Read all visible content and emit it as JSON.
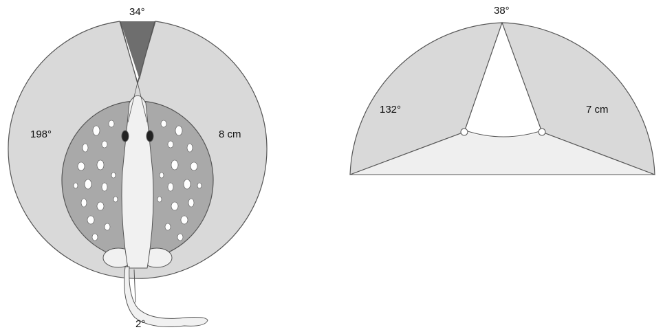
{
  "top_view": {
    "labels": {
      "blind_angle_front": "34°",
      "visual_field_angle": "198°",
      "radius": "8 cm",
      "blind_angle_rear": "2°"
    }
  },
  "front_view": {
    "labels": {
      "blind_angle_top": "38°",
      "visual_field_angle": "132°",
      "radius": "7 cm"
    }
  },
  "colors": {
    "field": "#d9d9d9",
    "outline": "#555555",
    "blind_wedge": "#6e6e6e",
    "body_dark": "#a9a9a9",
    "body_light": "#f1f1f1",
    "spot": "#ffffff",
    "ground_band": "#efefef"
  }
}
